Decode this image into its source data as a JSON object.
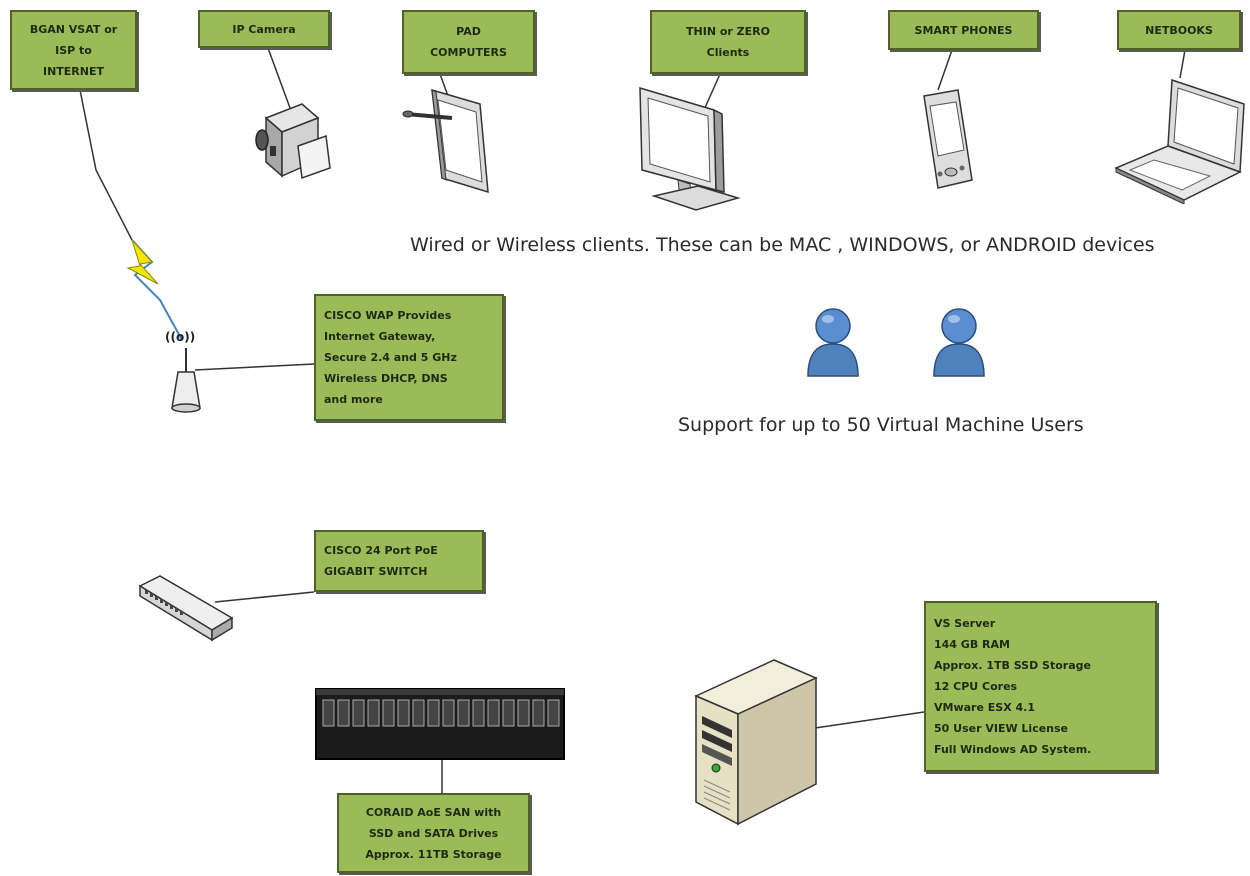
{
  "labels": {
    "bgan": [
      "BGAN VSAT or",
      "ISP to",
      "INTERNET"
    ],
    "ip_camera": [
      "IP Camera"
    ],
    "pad": [
      "PAD",
      "COMPUTERS"
    ],
    "thin": [
      "THIN or ZERO",
      "Clients"
    ],
    "phones": [
      "SMART PHONES"
    ],
    "netbooks": [
      "NETBOOKS"
    ],
    "wap": [
      "CISCO WAP Provides",
      "Internet Gateway,",
      "Secure 2.4 and 5 GHz",
      "Wireless DHCP, DNS",
      "and more"
    ],
    "switch": [
      "CISCO 24 Port PoE",
      "GIGABIT SWITCH"
    ],
    "server": [
      "VS Server",
      "144 GB RAM",
      "Approx. 1TB SSD Storage",
      "12 CPU Cores",
      "VMware ESX 4.1",
      "50 User VIEW License",
      "Full Windows AD System."
    ],
    "san": [
      "CORAID AoE SAN with",
      "SSD and SATA Drives",
      "Approx. 11TB Storage"
    ]
  },
  "captions": {
    "clients": "Wired or Wireless clients.  These can be MAC , WINDOWS, or ANDROID devices",
    "users": "Support for up to 50 Virtual Machine Users"
  },
  "wap_signal": "((o))",
  "colors": {
    "box_fill": "#9bbb59",
    "box_border": "#4f6228",
    "user_blue": "#4f81bd",
    "link_blue": "#4a7fc1"
  }
}
